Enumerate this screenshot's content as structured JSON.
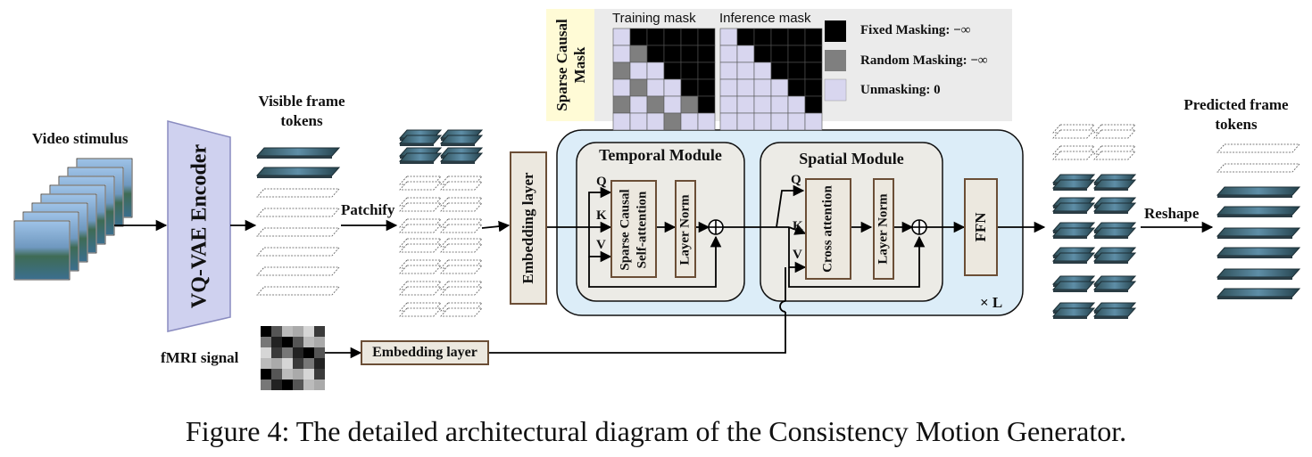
{
  "labels": {
    "video_stimulus": "Video stimulus",
    "encoder": "VQ-VAE Encoder",
    "visible_tokens_line1": "Visible frame",
    "visible_tokens_line2": "tokens",
    "patchify": "Patchify",
    "embedding_layer_vertical": "Embedding layer",
    "temporal_module": "Temporal Module",
    "sparse_attention_line1": "Sparse Causal",
    "sparse_attention_line2": "Self-attention",
    "layer_norm_1": "Layer Norm",
    "spatial_module": "Spatial Module",
    "cross_attention": "Cross attention",
    "layer_norm_2": "Layer Norm",
    "ffn": "FFN",
    "repeat": "× L",
    "q1": "Q",
    "k1": "K",
    "v1": "V",
    "q2": "Q",
    "k2": "K",
    "v2": "V",
    "reshape": "Reshape",
    "predicted_line1": "Predicted frame",
    "predicted_line2": "tokens",
    "fmri_signal": "fMRI signal",
    "embedding_layer_fmri": "Embedding layer",
    "plus": "⊕"
  },
  "mask_panel": {
    "title_line1": "Sparse Causal",
    "title_line2": "Mask",
    "training_mask": "Training mask",
    "inference_mask": "Inference mask",
    "legend": [
      {
        "label": "Fixed Masking: −∞",
        "color": "#000000"
      },
      {
        "label": "Random Masking: −∞",
        "color": "#7f7f7f"
      },
      {
        "label": "Unmasking: 0",
        "color": "#d8d6ef"
      }
    ],
    "training_grid": [
      [
        "u",
        "k",
        "k",
        "k",
        "k",
        "k"
      ],
      [
        "u",
        "r",
        "k",
        "k",
        "k",
        "k"
      ],
      [
        "r",
        "u",
        "u",
        "k",
        "k",
        "k"
      ],
      [
        "u",
        "r",
        "u",
        "u",
        "k",
        "k"
      ],
      [
        "r",
        "u",
        "r",
        "u",
        "r",
        "k"
      ],
      [
        "u",
        "u",
        "u",
        "r",
        "u",
        "u"
      ]
    ],
    "inference_grid": [
      [
        "u",
        "k",
        "k",
        "k",
        "k",
        "k"
      ],
      [
        "u",
        "u",
        "k",
        "k",
        "k",
        "k"
      ],
      [
        "u",
        "u",
        "u",
        "k",
        "k",
        "k"
      ],
      [
        "u",
        "u",
        "u",
        "u",
        "k",
        "k"
      ],
      [
        "u",
        "u",
        "u",
        "u",
        "u",
        "k"
      ],
      [
        "u",
        "u",
        "u",
        "u",
        "u",
        "u"
      ]
    ]
  },
  "colors": {
    "accent_blue": "#dcedf8",
    "module_gray": "#ecebe6",
    "brown_border": "#6b4e36",
    "mask_panel_bg": "#ebebeb",
    "mask_title_bg": "#fffbd6",
    "encoder_fill": "#cfd1ef"
  },
  "caption": "Figure 4: The detailed architectural diagram of the Consistency Motion Generator."
}
